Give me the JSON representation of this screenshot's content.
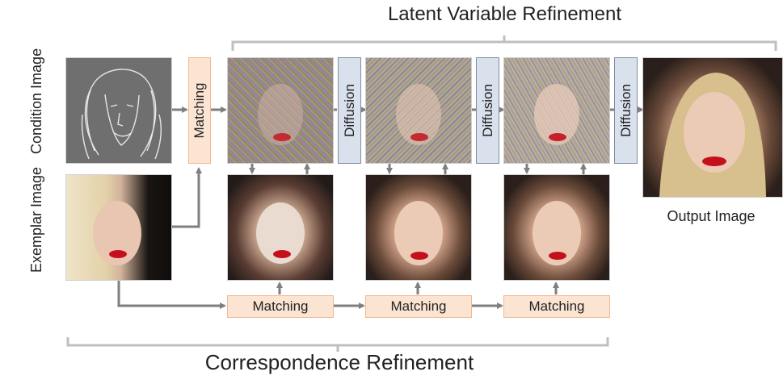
{
  "titles": {
    "top": "Latent Variable Refinement",
    "bottom": "Correspondence Refinement"
  },
  "side_labels": {
    "condition": "Condition Image",
    "exemplar": "Exemplar Image"
  },
  "boxes": {
    "matching": "Matching",
    "diffusion": "Diffusion"
  },
  "output_label": "Output Image",
  "colors": {
    "matching_fill": "#fce4d3",
    "matching_border": "#f0b994",
    "diffusion_fill": "#d9e1ec",
    "diffusion_border": "#7f8ea3",
    "arrow": "#7f7f7f",
    "bracket": "#bfbfbf"
  }
}
